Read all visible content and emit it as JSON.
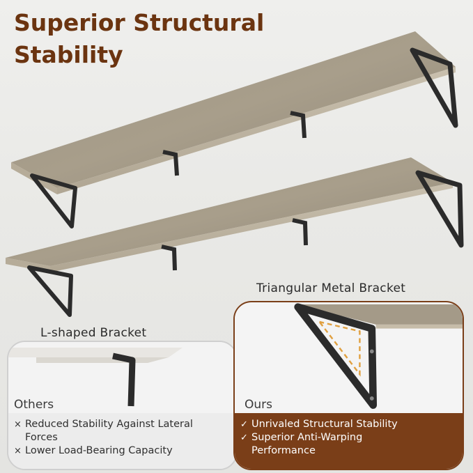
{
  "title": {
    "line1": "Superior Structural",
    "line2": "Stability"
  },
  "colors": {
    "brand": "#6b3410",
    "ours_band": "#7a3e18",
    "wood": "#a49a88",
    "bracket": "#2b2b2b",
    "highlight": "#e0a040"
  },
  "callouts": {
    "triangular": "Triangular Metal Bracket",
    "lshaped": "L-shaped Bracket"
  },
  "others": {
    "label": "Others",
    "features": [
      {
        "icon": "cross-icon",
        "mark": "×",
        "line1": "Reduced Stability Against Lateral",
        "line2": "Forces"
      },
      {
        "icon": "cross-icon",
        "mark": "×",
        "line1": "Lower Load-Bearing Capacity",
        "line2": ""
      }
    ]
  },
  "ours": {
    "label": "Ours",
    "features": [
      {
        "icon": "check-icon",
        "mark": "✓",
        "line1": "Unrivaled Structural Stability",
        "line2": ""
      },
      {
        "icon": "check-icon",
        "mark": "✓",
        "line1": "Superior Anti-Warping",
        "line2": "Performance"
      }
    ]
  }
}
